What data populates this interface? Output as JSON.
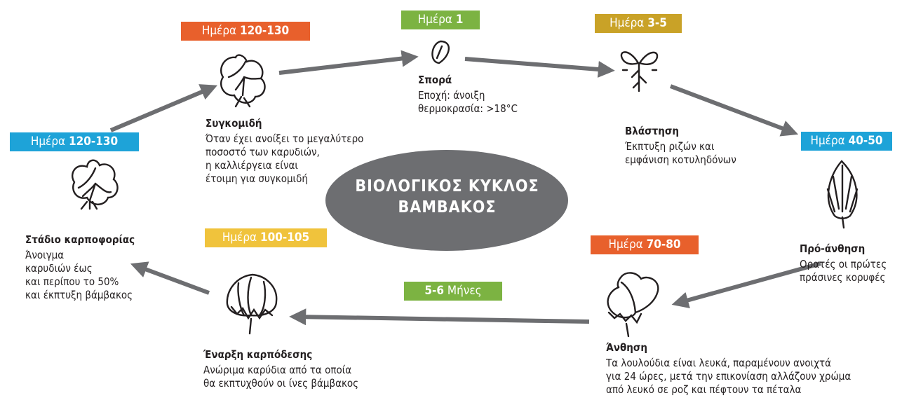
{
  "center": {
    "title": "ΒΙΟΛΟΓΙΚΟΣ ΚΥΚΛΟΣ\nΒΑΜΒΑΚΟΣ"
  },
  "badges": [
    {
      "prefix": "Ημέρα ",
      "value": "1",
      "suffix": "",
      "color": "#7cb342"
    },
    {
      "prefix": "Ημέρα ",
      "value": "3-5",
      "suffix": "",
      "color": "#c9a227"
    },
    {
      "prefix": "Ημέρα ",
      "value": "40-50",
      "suffix": "",
      "color": "#1ea3d8"
    },
    {
      "prefix": "Ημέρα ",
      "value": "70-80",
      "suffix": "",
      "color": "#e8602c"
    },
    {
      "prefix": "",
      "value": "5-6",
      "suffix": " Μήνες",
      "color": "#7cb342"
    },
    {
      "prefix": "Ημέρα ",
      "value": "100-105",
      "suffix": "",
      "color": "#f0c33c"
    },
    {
      "prefix": "Ημέρα ",
      "value": "120-130",
      "suffix": "",
      "color": "#1ea3d8"
    },
    {
      "prefix": "Ημέρα ",
      "value": "120-130",
      "suffix": "",
      "color": "#e8602c"
    }
  ],
  "stages": [
    {
      "title": "Σπορά",
      "desc": "Εποχή: άνοιξη\nθερμοκρασία: >18°C"
    },
    {
      "title": "Βλάστηση",
      "desc": "Έκπτυξη ριζών και\nεμφάνιση κοτυληδόνων"
    },
    {
      "title": "Πρό-άνθηση",
      "desc": "Ορατές οι πρώτες\nπράσινες κορυφές"
    },
    {
      "title": "Άνθηση",
      "desc": "Τα λουλούδια είναι λευκά, παραμένουν ανοιχτά\nγια 24 ώρες, μετά την επικονίαση αλλάζουν χρώμα\nαπό λευκό σε ροζ και πέφτουν τα πέταλα"
    },
    {
      "title": "Έναρξη καρπόδεσης",
      "desc": "Ανώριμα καρύδια από τα οποία\nθα εκπτυχθούν οι ίνες βάμβακος"
    },
    {
      "title": "Στάδιο καρποφορίας",
      "desc": "Άνοιγμα\nκαρυδιών έως\nκαι περίπου το 50%\nκαι έκπτυξη βάμβακος"
    },
    {
      "title": "Συγκομιδή",
      "desc": "Όταν έχει ανοίξει το μεγαλύτερο\nποσοστό των καρυδιών,\nη καλλιέργεια είναι\nέτοιμη για συγκομιδή"
    }
  ],
  "icons": [
    "seed-icon",
    "seedling-icon",
    "flower-bud-icon",
    "cotton-flower-icon",
    "cotton-boll-icon",
    "open-boll-icon",
    "cotton-harvest-icon"
  ],
  "colors": {
    "arrow": "#6d6e71",
    "ellipse": "#6d6e71",
    "icon_stroke": "#231f20"
  }
}
